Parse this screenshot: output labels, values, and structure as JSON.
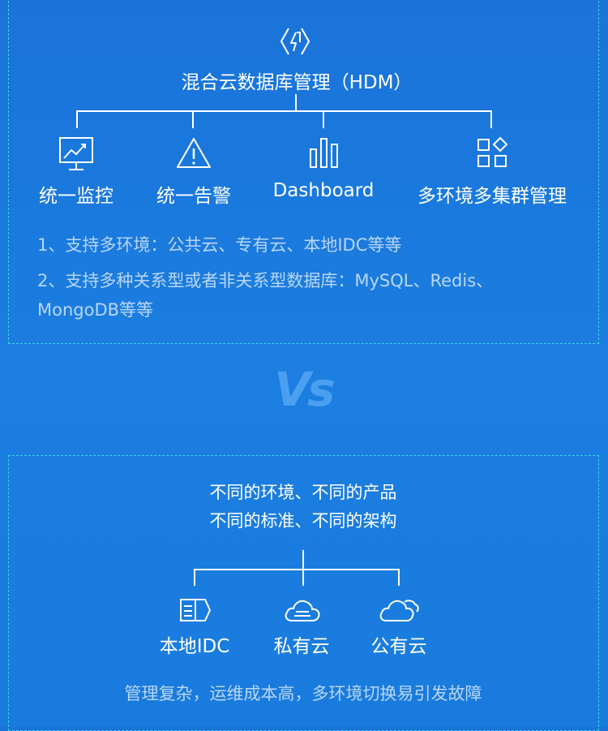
{
  "hdm": {
    "title": "混合云数据库管理（HDM）",
    "features": [
      {
        "label": "统一监控",
        "icon": "monitor-chart-icon"
      },
      {
        "label": "统一告警",
        "icon": "warning-triangle-icon"
      },
      {
        "label": "Dashboard",
        "icon": "bar-chart-icon"
      },
      {
        "label": "多环境多集群管理",
        "icon": "grid-apps-icon"
      }
    ],
    "notes": [
      "1、支持多环境：公共云、专有云、本地IDC等等",
      "2、支持多种关系型或者非关系型数据库：MySQL、Redis、",
      "MongoDB等等"
    ],
    "logo_icon": "hdm-logo-icon"
  },
  "vs": "Vs",
  "legacy": {
    "line1": "不同的环境、不同的产品",
    "line2": "不同的标准、不同的架构",
    "envs": [
      {
        "label": "本地IDC",
        "icon": "server-icon"
      },
      {
        "label": "私有云",
        "icon": "private-cloud-icon"
      },
      {
        "label": "公有云",
        "icon": "public-cloud-icon"
      }
    ],
    "summary": "管理复杂，运维成本高，多环境切换易引发故障"
  },
  "colors": {
    "background": "#1a7bde",
    "dashed_border": "#39d3e8",
    "text": "#ffffff",
    "muted_text": "#b8d6f6",
    "vs": "#4a9ff0"
  }
}
